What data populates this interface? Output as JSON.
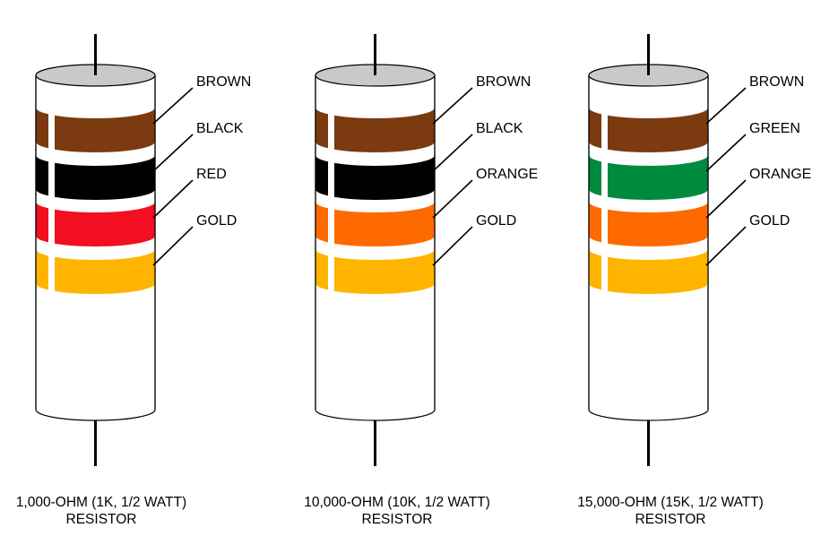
{
  "colors": {
    "brown": "#7B3A10",
    "black": "#000000",
    "red": "#F20F1F",
    "orange": "#FF6A00",
    "gold": "#FFB400",
    "green": "#008A3E",
    "cap": "#C9C9C9",
    "outline": "#000000"
  },
  "resistors": [
    {
      "bands": [
        {
          "label": "BROWN",
          "color": "brown"
        },
        {
          "label": "BLACK",
          "color": "black"
        },
        {
          "label": "RED",
          "color": "red"
        },
        {
          "label": "GOLD",
          "color": "gold"
        }
      ],
      "caption_line1": "1,000-OHM (1K, 1/2 WATT)",
      "caption_line2": "RESISTOR"
    },
    {
      "bands": [
        {
          "label": "BROWN",
          "color": "brown"
        },
        {
          "label": "BLACK",
          "color": "black"
        },
        {
          "label": "ORANGE",
          "color": "orange"
        },
        {
          "label": "GOLD",
          "color": "gold"
        }
      ],
      "caption_line1": "10,000-OHM (10K, 1/2 WATT)",
      "caption_line2": "RESISTOR"
    },
    {
      "bands": [
        {
          "label": "BROWN",
          "color": "brown"
        },
        {
          "label": "GREEN",
          "color": "green"
        },
        {
          "label": "ORANGE",
          "color": "orange"
        },
        {
          "label": "GOLD",
          "color": "gold"
        }
      ],
      "caption_line1": "15,000-OHM (15K, 1/2 WATT)",
      "caption_line2": "RESISTOR"
    }
  ]
}
